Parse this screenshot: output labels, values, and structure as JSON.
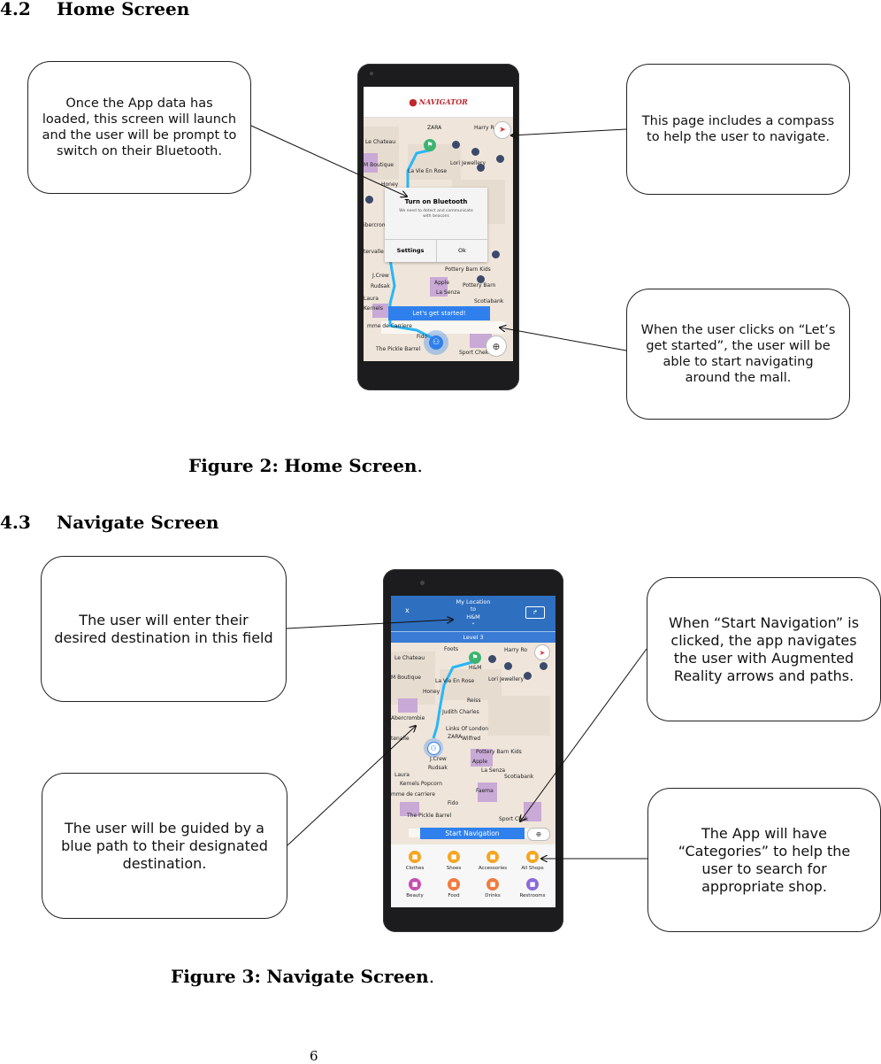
{
  "section_42": {
    "number": "4.2",
    "title": "Home Screen"
  },
  "section_43": {
    "number": "4.3",
    "title": "Navigate Screen"
  },
  "figure2": {
    "caption_label": "Figure 2:",
    "caption_title": "Home Screen",
    "caption_end": ".",
    "callouts": {
      "bluetooth": "Once the App data has loaded, this screen will launch and the user will be prompt to switch on their Bluetooth.",
      "compass": "This page includes a compass to help the user to navigate.",
      "get_started": "When the user clicks on “Let’s get started”, the user will be able to start navigating around the mall."
    },
    "app": {
      "logo_text": "NAVIGATOR",
      "dialog_title": "Turn on Bluetooth",
      "dialog_body": "We need to detect and communicate with beacons",
      "settings_label": "Settings",
      "ok_label": "Ok",
      "start_label": "Let's get started!",
      "map_labels": [
        "ZARA",
        "Harry R",
        "Le Chateau",
        "M Boutique",
        "La Vie En Rose",
        "Lori Jewellery",
        "Honey",
        "ibercrom",
        "tervalle",
        "Pottery Barn Kids",
        "J.Crew",
        "Apple",
        "Pottery Barn",
        "Rudsak",
        "La Senza",
        "Scotiabank",
        "Laura",
        "Kernels",
        "mme de Carriere",
        "Fido",
        "The Pickle Barrel",
        "Sport Chek"
      ]
    }
  },
  "figure3": {
    "caption_label": "Figure 3:",
    "caption_title": "Navigate Screen",
    "caption_end": ".",
    "callouts": {
      "destination": "The user will enter their desired destination in this field",
      "ar": "When “Start Navigation” is clicked, the app navigates the user with Augmented Reality arrows and paths.",
      "path": "The user will be guided by a blue path to their designated destination.",
      "categories": "The App will have “Categories” to help the user to search for appropriate shop."
    },
    "app": {
      "close_label": "x",
      "from_label": "My Location",
      "to_word": "to",
      "dest_label": "H&M",
      "level_label": "Level 3",
      "start_nav_label": "Start Navigation",
      "map_labels": [
        "Foots",
        "Harry Ro",
        "Le Chateau",
        "H&M",
        "M Boutique",
        "La Vie En Rose",
        "Lori Jewellery",
        "Honey",
        "Reiss",
        "Judith Charles",
        "Abercrombie",
        "Links Of London",
        "ZARA",
        "tenalle",
        "Wilfred",
        "Pottery Barn Kids",
        "J.Crew",
        "Apple",
        "Rudsak",
        "La Senza",
        "Laura",
        "Scotiabank",
        "Kernels Popcorn",
        "Faema",
        "mme de carriere",
        "Fido",
        "The Pickle Barrel",
        "Sport Chek"
      ],
      "categories": [
        {
          "label": "Clothes",
          "color": "#f5a623",
          "icon": "shirt-icon"
        },
        {
          "label": "Shoes",
          "color": "#f5a623",
          "icon": "shoe-icon"
        },
        {
          "label": "Accessories",
          "color": "#f5a623",
          "icon": "glasses-icon"
        },
        {
          "label": "All Shops",
          "color": "#f5a623",
          "icon": "shop-icon"
        },
        {
          "label": "Beauty",
          "color": "#c44fb0",
          "icon": "beauty-icon"
        },
        {
          "label": "Food",
          "color": "#f07b3f",
          "icon": "food-icon"
        },
        {
          "label": "Drinks",
          "color": "#f07b3f",
          "icon": "drink-icon"
        },
        {
          "label": "Restrooms",
          "color": "#8a6bd8",
          "icon": "restroom-icon"
        }
      ]
    }
  },
  "page_number": "6",
  "colors": {
    "app_blue": "#2f80ed",
    "header_blue": "#2e6fc0",
    "path_blue": "#29b6f6",
    "logo_red": "#c0272d"
  }
}
